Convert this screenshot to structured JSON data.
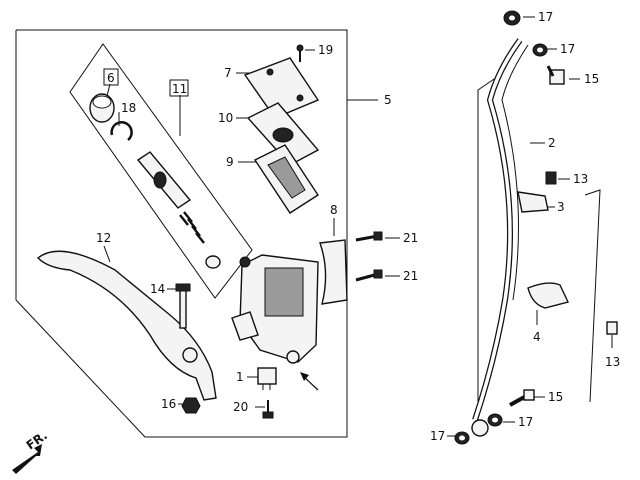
{
  "callouts": [
    {
      "id": "c1",
      "text": "1"
    },
    {
      "id": "c2",
      "text": "2"
    },
    {
      "id": "c3",
      "text": "3"
    },
    {
      "id": "c4",
      "text": "4"
    },
    {
      "id": "c5",
      "text": "5"
    },
    {
      "id": "c6",
      "text": "6"
    },
    {
      "id": "c7",
      "text": "7"
    },
    {
      "id": "c8",
      "text": "8"
    },
    {
      "id": "c9",
      "text": "9"
    },
    {
      "id": "c10",
      "text": "10"
    },
    {
      "id": "c11",
      "text": "11"
    },
    {
      "id": "c12",
      "text": "12"
    },
    {
      "id": "c13a",
      "text": "13"
    },
    {
      "id": "c13b",
      "text": "13"
    },
    {
      "id": "c14",
      "text": "14"
    },
    {
      "id": "c15a",
      "text": "15"
    },
    {
      "id": "c15b",
      "text": "15"
    },
    {
      "id": "c16",
      "text": "16"
    },
    {
      "id": "c17a",
      "text": "17"
    },
    {
      "id": "c17b",
      "text": "17"
    },
    {
      "id": "c17c",
      "text": "17"
    },
    {
      "id": "c17d",
      "text": "17"
    },
    {
      "id": "c18",
      "text": "18"
    },
    {
      "id": "c19",
      "text": "19"
    },
    {
      "id": "c20",
      "text": "20"
    },
    {
      "id": "c21a",
      "text": "21"
    },
    {
      "id": "c21b",
      "text": "21"
    }
  ],
  "direction_label": "FR."
}
